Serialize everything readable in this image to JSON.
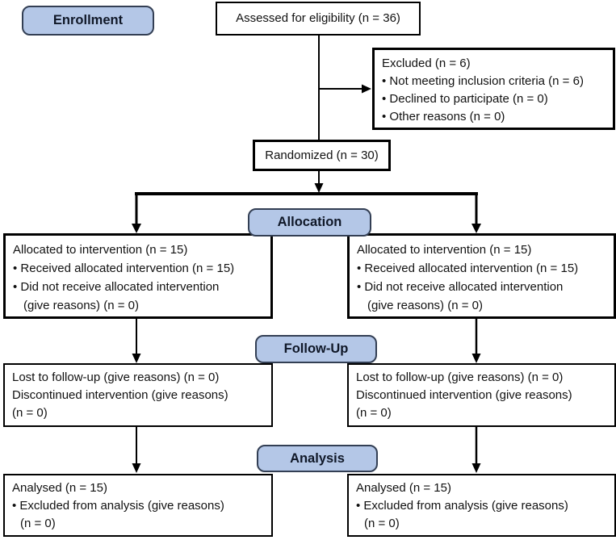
{
  "stages": {
    "enrollment": "Enrollment",
    "allocation": "Allocation",
    "followup": "Follow-Up",
    "analysis": "Analysis"
  },
  "boxes": {
    "assessed": {
      "text": "Assessed for eligibility (n = 36)"
    },
    "excluded": {
      "lines": [
        "Excluded (n = 6)",
        "• Not meeting inclusion criteria (n = 6)",
        "• Declined to participate (n = 0)",
        "• Other reasons (n = 0)"
      ]
    },
    "randomized": {
      "text": "Randomized (n = 30)"
    },
    "allocation_left": {
      "lines": [
        "Allocated to intervention (n = 15)",
        "• Received allocated intervention (n = 15)",
        "• Did not receive allocated intervention",
        "(give reasons) (n = 0)"
      ]
    },
    "allocation_right": {
      "lines": [
        "Allocated to intervention (n = 15)",
        "• Received allocated intervention (n = 15)",
        "• Did not receive allocated intervention",
        "(give reasons) (n = 0)"
      ]
    },
    "followup_left": {
      "lines": [
        "Lost to follow-up (give reasons) (n = 0)",
        "Discontinued intervention (give reasons)",
        "(n = 0)"
      ]
    },
    "followup_right": {
      "lines": [
        "Lost to follow-up (give reasons) (n = 0)",
        "Discontinued intervention (give reasons)",
        "(n = 0)"
      ]
    },
    "analysis_left": {
      "lines": [
        "Analysed (n = 15)",
        "• Excluded from analysis (give reasons)",
        "(n = 0)"
      ]
    },
    "analysis_right": {
      "lines": [
        "Analysed (n = 15)",
        "• Excluded from analysis (give reasons)",
        "(n = 0)"
      ]
    }
  },
  "colors": {
    "stage_fill": "#b4c7e7",
    "stage_border": "#333f54",
    "line_color": "#000000"
  }
}
